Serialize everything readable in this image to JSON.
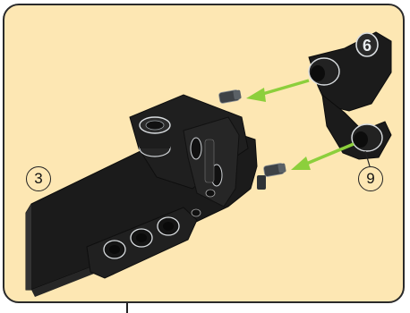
{
  "colors": {
    "panel_background": "#fde7b3",
    "panel_border": "#2a2a2a",
    "part_black": "#1b1b1b",
    "part_highlight": "#d9dde0",
    "arrow_green": "#8ccf3c",
    "pin_gray": "#6d7379"
  },
  "callouts": {
    "quantity_label": "3",
    "part_label": "9"
  },
  "part_badge": {
    "number": "6"
  },
  "icons": [
    "assembly-arrow",
    "pin-connector",
    "technic-beam",
    "technic-panel"
  ]
}
